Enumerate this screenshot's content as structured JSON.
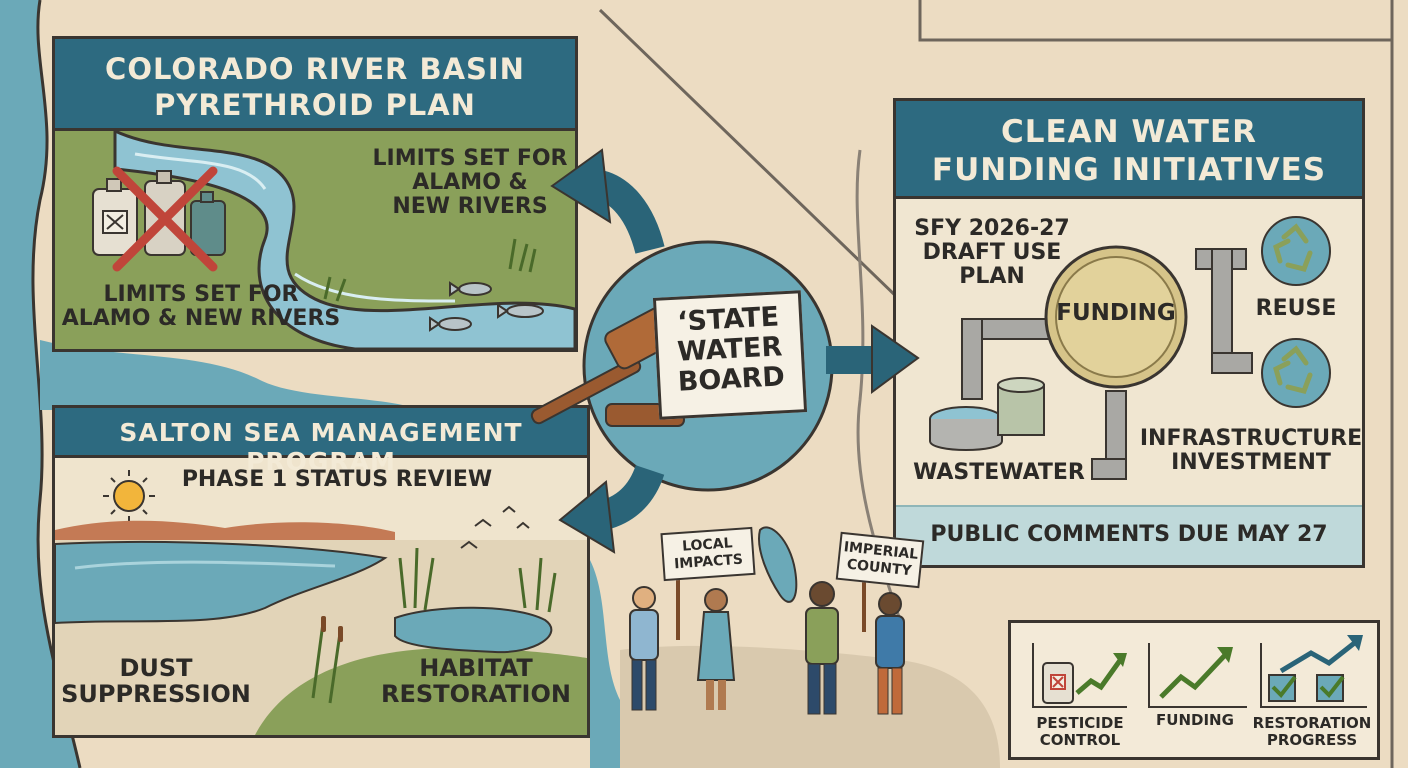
{
  "colorado": {
    "title_line1": "COLORADO RIVER BASIN",
    "title_line2": "PYRETHROID PLAN",
    "label_right_l1": "LIMITS SET FOR",
    "label_right_l2": "ALAMO &",
    "label_right_l3": "NEW RIVERS",
    "label_left_l1": "LIMITS SET FOR",
    "label_left_l2": "ALAMO & NEW RIVERS"
  },
  "salton": {
    "title": "SALTON SEA MANAGEMENT PROGRAM",
    "status": "PHASE 1 STATUS REVIEW",
    "dust_l1": "DUST",
    "dust_l2": "SUPPRESSION",
    "habitat_l1": "HABITAT",
    "habitat_l2": "RESTORATION"
  },
  "board": {
    "line1": "‘STATE",
    "line2": "WATER",
    "line3": "BOARD"
  },
  "clean": {
    "title_line1": "CLEAN WATER",
    "title_line2": "FUNDING INITIATIVES",
    "plan_l1": "SFY 2026-27",
    "plan_l2": "DRAFT USE",
    "plan_l3": "PLAN",
    "funding": "FUNDING",
    "reuse": "REUSE",
    "infra_l1": "INFRASTRUCTURE",
    "infra_l2": "INVESTMENT",
    "wastewater": "WASTEWATER",
    "footer": "PUBLIC COMMENTS DUE MAY 27"
  },
  "community": {
    "sign1_l1": "LOCAL",
    "sign1_l2": "IMPACTS",
    "sign2_l1": "IMPERIAL",
    "sign2_l2": "COUNTY"
  },
  "legend": {
    "pesticide_l1": "PESTICIDE",
    "pesticide_l2": "CONTROL",
    "funding": "FUNDING",
    "restoration_l1": "RESTORATION",
    "restoration_l2": "PROGRESS"
  },
  "colors": {
    "header_teal": "#2d6a80",
    "map_tan": "#ecdcc2",
    "ocean_blue": "#6ba9b8",
    "grass_green": "#8aa05a",
    "arrow_teal": "#2a6478",
    "footer_blue": "#bfd9da"
  },
  "icons": [
    "pesticide-jug-icon",
    "cross-out-icon",
    "fish-icon",
    "sun-icon",
    "bird-icon",
    "gavel-icon",
    "recycle-icon",
    "pipe-icon",
    "trend-arrow-icon",
    "checkmark-icon"
  ]
}
